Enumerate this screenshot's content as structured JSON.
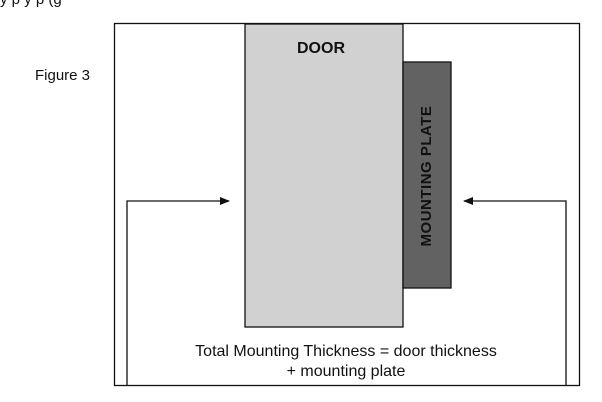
{
  "top_partial_text": "y p                                                        y p                           (g",
  "figure": {
    "label": "Figure 3",
    "door_label": "DOOR",
    "plate_label": "MOUNTING PLATE",
    "caption_line1": "Total Mounting Thickness = door thickness",
    "caption_line2": "+ mounting plate"
  },
  "colors": {
    "door_fill": "#d1d1d1",
    "plate_fill": "#626262",
    "outline": "#111111"
  }
}
